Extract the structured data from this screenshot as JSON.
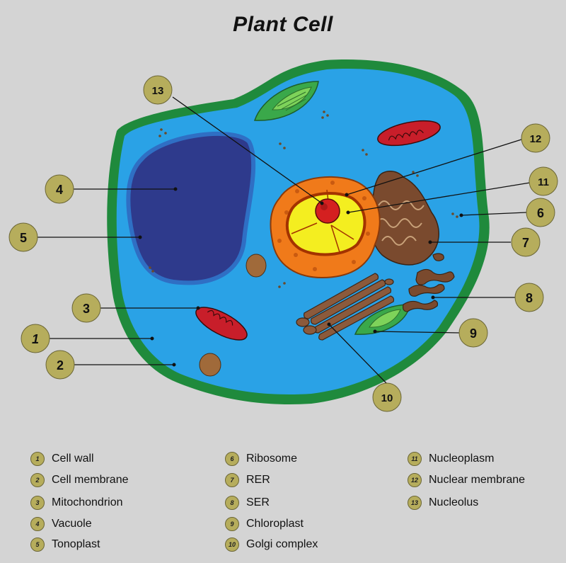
{
  "title": "Plant Cell",
  "callouts": [
    {
      "n": "1",
      "italic": true
    },
    {
      "n": "2"
    },
    {
      "n": "3"
    },
    {
      "n": "4"
    },
    {
      "n": "5"
    },
    {
      "n": "6"
    },
    {
      "n": "7"
    },
    {
      "n": "8"
    },
    {
      "n": "9"
    },
    {
      "n": "10"
    },
    {
      "n": "11"
    },
    {
      "n": "12"
    },
    {
      "n": "13"
    }
  ],
  "legend": [
    {
      "n": "1",
      "label": "Cell wall"
    },
    {
      "n": "2",
      "label": "Cell membrane"
    },
    {
      "n": "3",
      "label": "Mitochondrion"
    },
    {
      "n": "4",
      "label": "Vacuole"
    },
    {
      "n": "5",
      "label": "Tonoplast"
    },
    {
      "n": "6",
      "label": "Ribosome"
    },
    {
      "n": "7",
      "label": "RER"
    },
    {
      "n": "8",
      "label": "SER"
    },
    {
      "n": "9",
      "label": "Chloroplast"
    },
    {
      "n": "10",
      "label": "Golgi complex"
    },
    {
      "n": "11",
      "label": "Nucleoplasm"
    },
    {
      "n": "12",
      "label": "Nuclear membrane"
    },
    {
      "n": "13",
      "label": "Nucleolus"
    }
  ],
  "colors": {
    "background": "#d4d4d4",
    "cell_wall": "#1f8a3c",
    "cytoplasm": "#2aa2e6",
    "vacuole": "#2e3a8c",
    "tonoplast": "#2f6fc4",
    "nucleus_envelope": "#f07a1a",
    "nucleoplasm": "#f4ee20",
    "nucleolus": "#d42020",
    "mitochondrion": "#c81e2a",
    "chloroplast": "#3aa84a",
    "golgi": "#8b5a3c",
    "rer": "#7a4a2e",
    "callout_badge": "#b6ad5c"
  }
}
